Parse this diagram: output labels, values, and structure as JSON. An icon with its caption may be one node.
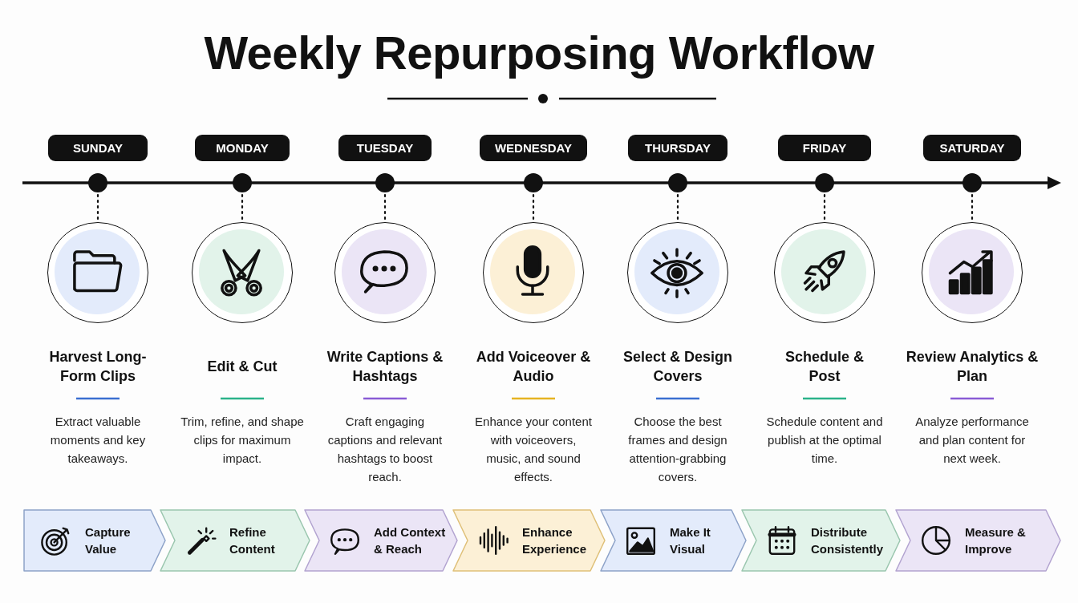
{
  "diagram": {
    "title": "Weekly Repurposing Workflow",
    "nodes": [
      {
        "text": [
          "SUNDAY"
        ]
      },
      {
        "text": [
          "MONDAY"
        ]
      },
      {
        "text": [
          "TUESDAY"
        ]
      },
      {
        "text": [
          "WEDNESDAY"
        ]
      },
      {
        "text": [
          "THURSDAY"
        ]
      },
      {
        "text": [
          "FRIDAY"
        ]
      },
      {
        "text": [
          "SATURDAY"
        ]
      },
      {
        "text": [],
        "shape": "circle"
      },
      {
        "text": [],
        "shape": "circle"
      },
      {
        "text": [],
        "shape": "circle"
      },
      {
        "text": [],
        "shape": "circle"
      },
      {
        "text": [],
        "shape": "circle"
      },
      {
        "text": [],
        "shape": "circle"
      },
      {
        "text": [],
        "shape": "circle"
      },
      {
        "text": [],
        "shape": "circle",
        "beside": [
          "Harvest Long-Form Clips",
          "Extract valuable moments and key takeaways."
        ]
      },
      {
        "text": [],
        "shape": "circle",
        "beside": [
          "Edit & Cut",
          "Trim, refine, and shape clips for maximum impact."
        ]
      },
      {
        "text": [],
        "shape": "circle",
        "beside": [
          "Write Captions & Hashtags",
          "Craft engaging captions and relevant hashtags to boost reach."
        ]
      },
      {
        "text": [],
        "shape": "circle",
        "beside": [
          "Add Voiceover & Audio",
          "Enhance your content with voiceovers, music, and sound effects."
        ]
      },
      {
        "text": [],
        "shape": "circle",
        "beside": [
          "Select & Design Covers",
          "Choose the best frames and design attention-grabbing covers."
        ]
      },
      {
        "text": [],
        "shape": "circle",
        "beside": [
          "Schedule & Post",
          "Schedule content and publish at the optimal time."
        ]
      },
      {
        "text": [],
        "shape": "circle",
        "beside": [
          "Review Analytics & Plan",
          "Analyze performance and plan content for next week."
        ]
      },
      {
        "text": [
          "Capture Value"
        ]
      },
      {
        "text": [
          "Refine Content"
        ]
      },
      {
        "text": [
          "Add Context & Reach"
        ]
      },
      {
        "text": [
          "Enhance Experience"
        ]
      },
      {
        "text": [
          "Make It Visual"
        ]
      },
      {
        "text": [
          "Distribute Consistently"
        ]
      },
      {
        "text": [
          "Measure & Improve"
        ]
      }
    ],
    "edges": [
      {
        "from": 7,
        "to": 14,
        "arrow": "none",
        "style": "dashed"
      },
      {
        "from": 8,
        "to": 15,
        "arrow": "none",
        "style": "dashed"
      },
      {
        "from": 9,
        "to": 16,
        "arrow": "none",
        "style": "dashed"
      },
      {
        "from": 10,
        "to": 17,
        "arrow": "none",
        "style": "dashed"
      },
      {
        "from": 11,
        "to": 18,
        "arrow": "none",
        "style": "dashed"
      },
      {
        "from": 12,
        "to": 19,
        "arrow": "none",
        "style": "dashed"
      },
      {
        "from": 13,
        "to": 20,
        "arrow": "none",
        "style": "dashed"
      }
    ]
  }
}
